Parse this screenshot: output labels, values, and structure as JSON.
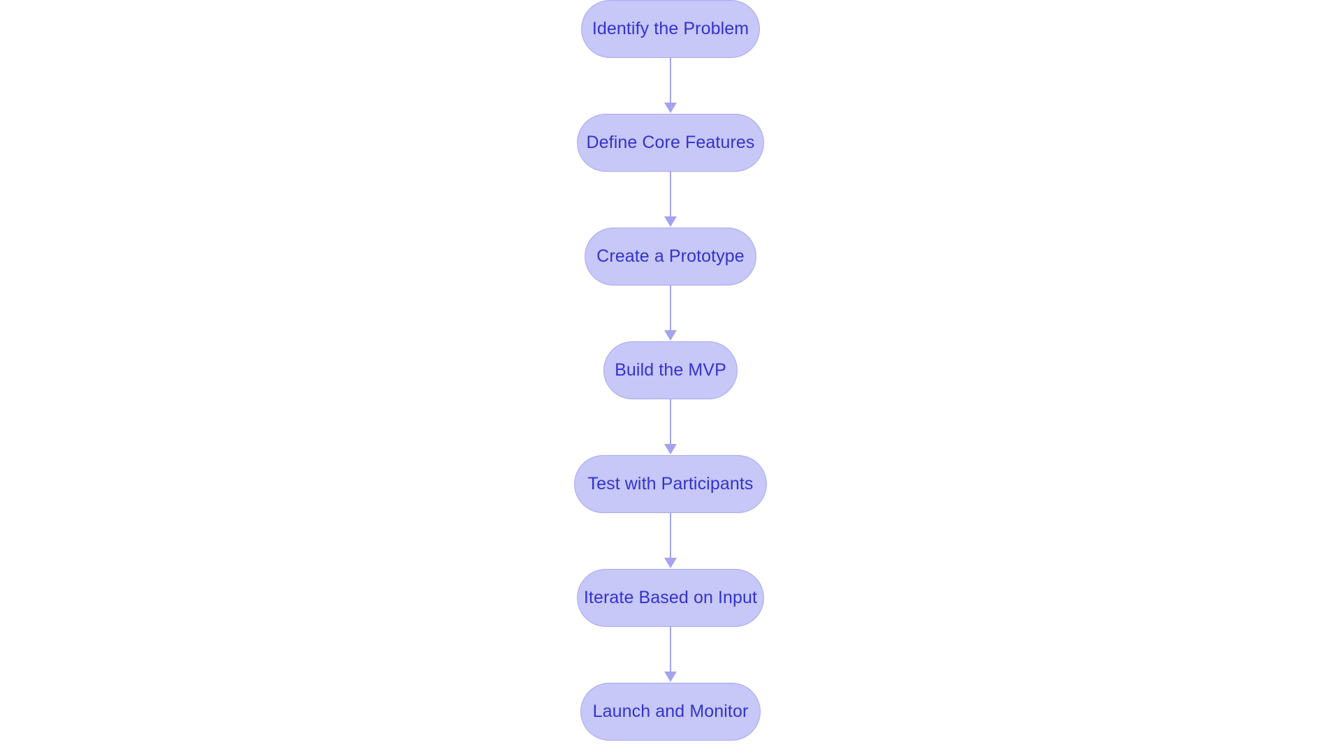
{
  "diagram": {
    "type": "flowchart",
    "orientation": "vertical-top-to-bottom",
    "colors": {
      "node_fill": "#c7c7f8",
      "node_border": "#a9a9ef",
      "node_text": "#3333cc",
      "connector": "#a3a3ef",
      "background": "#ffffff"
    },
    "nodes": [
      {
        "id": "node-identify-the-problem",
        "label": "Identify the Problem",
        "shape": "pill"
      },
      {
        "id": "node-define-core-features",
        "label": "Define Core Features",
        "shape": "pill"
      },
      {
        "id": "node-create-a-prototype",
        "label": "Create a Prototype",
        "shape": "pill"
      },
      {
        "id": "node-build-the-mvp",
        "label": "Build the MVP",
        "shape": "pill"
      },
      {
        "id": "node-test-with-participants",
        "label": "Test with Participants",
        "shape": "pill"
      },
      {
        "id": "node-iterate-based-on-input",
        "label": "Iterate Based on Input",
        "shape": "pill"
      },
      {
        "id": "node-launch-and-monitor",
        "label": "Launch and Monitor",
        "shape": "pill"
      }
    ],
    "edges": [
      {
        "from": "Identify the Problem",
        "to": "Define Core Features",
        "arrow": "down"
      },
      {
        "from": "Define Core Features",
        "to": "Create a Prototype",
        "arrow": "down"
      },
      {
        "from": "Create a Prototype",
        "to": "Build the MVP",
        "arrow": "down"
      },
      {
        "from": "Build the MVP",
        "to": "Test with Participants",
        "arrow": "down"
      },
      {
        "from": "Test with Participants",
        "to": "Iterate Based on Input",
        "arrow": "down"
      },
      {
        "from": "Iterate Based on Input",
        "to": "Launch and Monitor",
        "arrow": "down"
      }
    ]
  }
}
